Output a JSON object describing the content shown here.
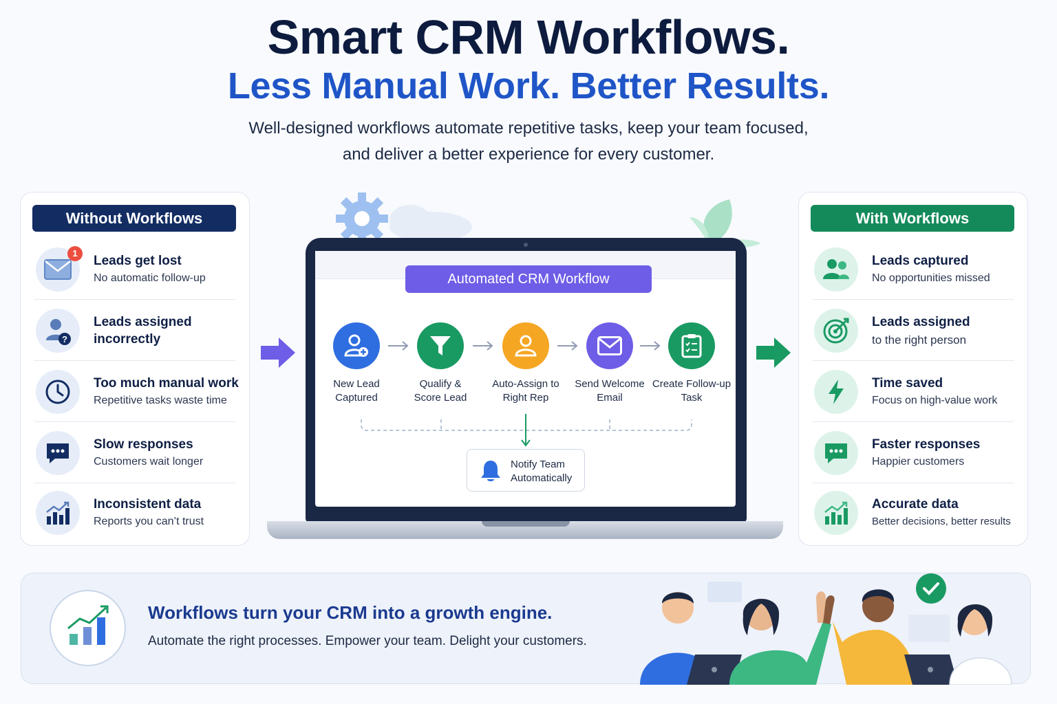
{
  "header": {
    "title": "Smart CRM Workflows.",
    "subtitle": "Less Manual Work. Better Results.",
    "description_line1": "Well-designed workflows automate repetitive tasks, keep your team focused,",
    "description_line2": "and deliver a better experience for every customer."
  },
  "without": {
    "heading": "Without Workflows",
    "color": "#132d63",
    "badge_count": "1",
    "items": [
      {
        "title": "Leads get lost",
        "subtitle": "No automatic follow-up",
        "icon": "mail-icon"
      },
      {
        "title_line1": "Leads assigned",
        "title_line2": "incorrectly",
        "icon": "person-question-icon"
      },
      {
        "title": "Too much manual work",
        "subtitle": "Repetitive tasks waste time",
        "icon": "clock-icon"
      },
      {
        "title": "Slow responses",
        "subtitle": "Customers wait longer",
        "icon": "chat-icon"
      },
      {
        "title": "Inconsistent data",
        "subtitle": "Reports you can’t trust",
        "icon": "chart-icon"
      }
    ]
  },
  "with": {
    "heading": "With Workflows",
    "color": "#148a5b",
    "items": [
      {
        "title": "Leads captured",
        "subtitle": "No opportunities missed",
        "icon": "users-icon"
      },
      {
        "title": "Leads assigned",
        "subtitle": "to the right person",
        "icon": "target-icon"
      },
      {
        "title": "Time saved",
        "subtitle": "Focus on high-value work",
        "icon": "lightning-icon"
      },
      {
        "title": "Faster responses",
        "subtitle": "Happier customers",
        "icon": "chat-icon"
      },
      {
        "title": "Accurate data",
        "subtitle": "Better decisions, better results",
        "icon": "chart-icon"
      }
    ]
  },
  "workflow": {
    "title": "Automated CRM Workflow",
    "steps": [
      {
        "line1": "New Lead",
        "line2": "Captured",
        "color": "#2f6ee0",
        "icon": "add-user-icon"
      },
      {
        "line1": "Qualify &",
        "line2": "Score Lead",
        "color": "#1a9a63",
        "icon": "filter-icon"
      },
      {
        "line1": "Auto-Assign to",
        "line2": "Right Rep",
        "color": "#f5a623",
        "icon": "person-icon"
      },
      {
        "line1": "Send Welcome",
        "line2": "Email",
        "color": "#6e5de6",
        "icon": "envelope-icon"
      },
      {
        "line1": "Create Follow-up",
        "line2": "Task",
        "color": "#1a9a63",
        "icon": "checklist-icon"
      }
    ],
    "notify_line1": "Notify Team",
    "notify_line2": "Automatically"
  },
  "banner": {
    "title": "Workflows turn your CRM into a growth engine.",
    "text": "Automate the right processes. Empower your team. Delight your customers."
  }
}
